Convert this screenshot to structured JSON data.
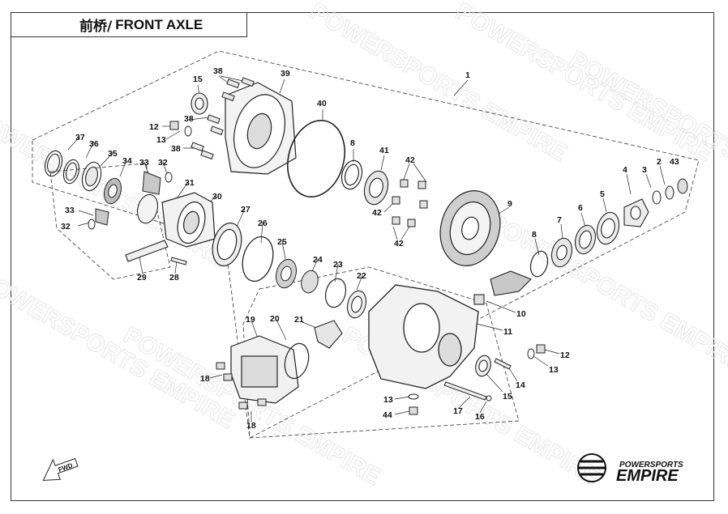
{
  "header": {
    "title_cn": "前桥/",
    "title_en": "FRONT AXLE"
  },
  "watermark": "POWERSPORTS EMPIRE",
  "brand": {
    "top": "POWERSPORTS",
    "main": "EMPIRE"
  },
  "direction_label": "FWD",
  "callouts": {
    "c1": "1",
    "c2": "2",
    "c3": "3",
    "c4": "4",
    "c5": "5",
    "c6": "6",
    "c7": "7",
    "c8a": "8",
    "c8b": "8",
    "c9": "9",
    "c10": "10",
    "c11": "11",
    "c12a": "12",
    "c12b": "12",
    "c13a": "13",
    "c13b": "13",
    "c13c": "13",
    "c14": "14",
    "c15a": "15",
    "c15b": "15",
    "c16": "16",
    "c17": "17",
    "c18a": "18",
    "c18b": "18",
    "c19": "19",
    "c20": "20",
    "c21": "21",
    "c22": "22",
    "c23": "23",
    "c24": "24",
    "c25": "25",
    "c26": "26",
    "c27": "27",
    "c28": "28",
    "c29": "29",
    "c30": "30",
    "c31": "31",
    "c32a": "32",
    "c32b": "32",
    "c33a": "33",
    "c33b": "33",
    "c34": "34",
    "c35": "35",
    "c36": "36",
    "c37": "37",
    "c38a": "38",
    "c38b": "38",
    "c38c": "38",
    "c39": "39",
    "c40": "40",
    "c41": "41",
    "c42a": "42",
    "c42b": "42",
    "c42c": "42",
    "c43": "43",
    "c44": "44"
  },
  "colors": {
    "line": "#222222",
    "watermark": "#e6e6e6",
    "gear_fill": "#cfcfcf"
  }
}
